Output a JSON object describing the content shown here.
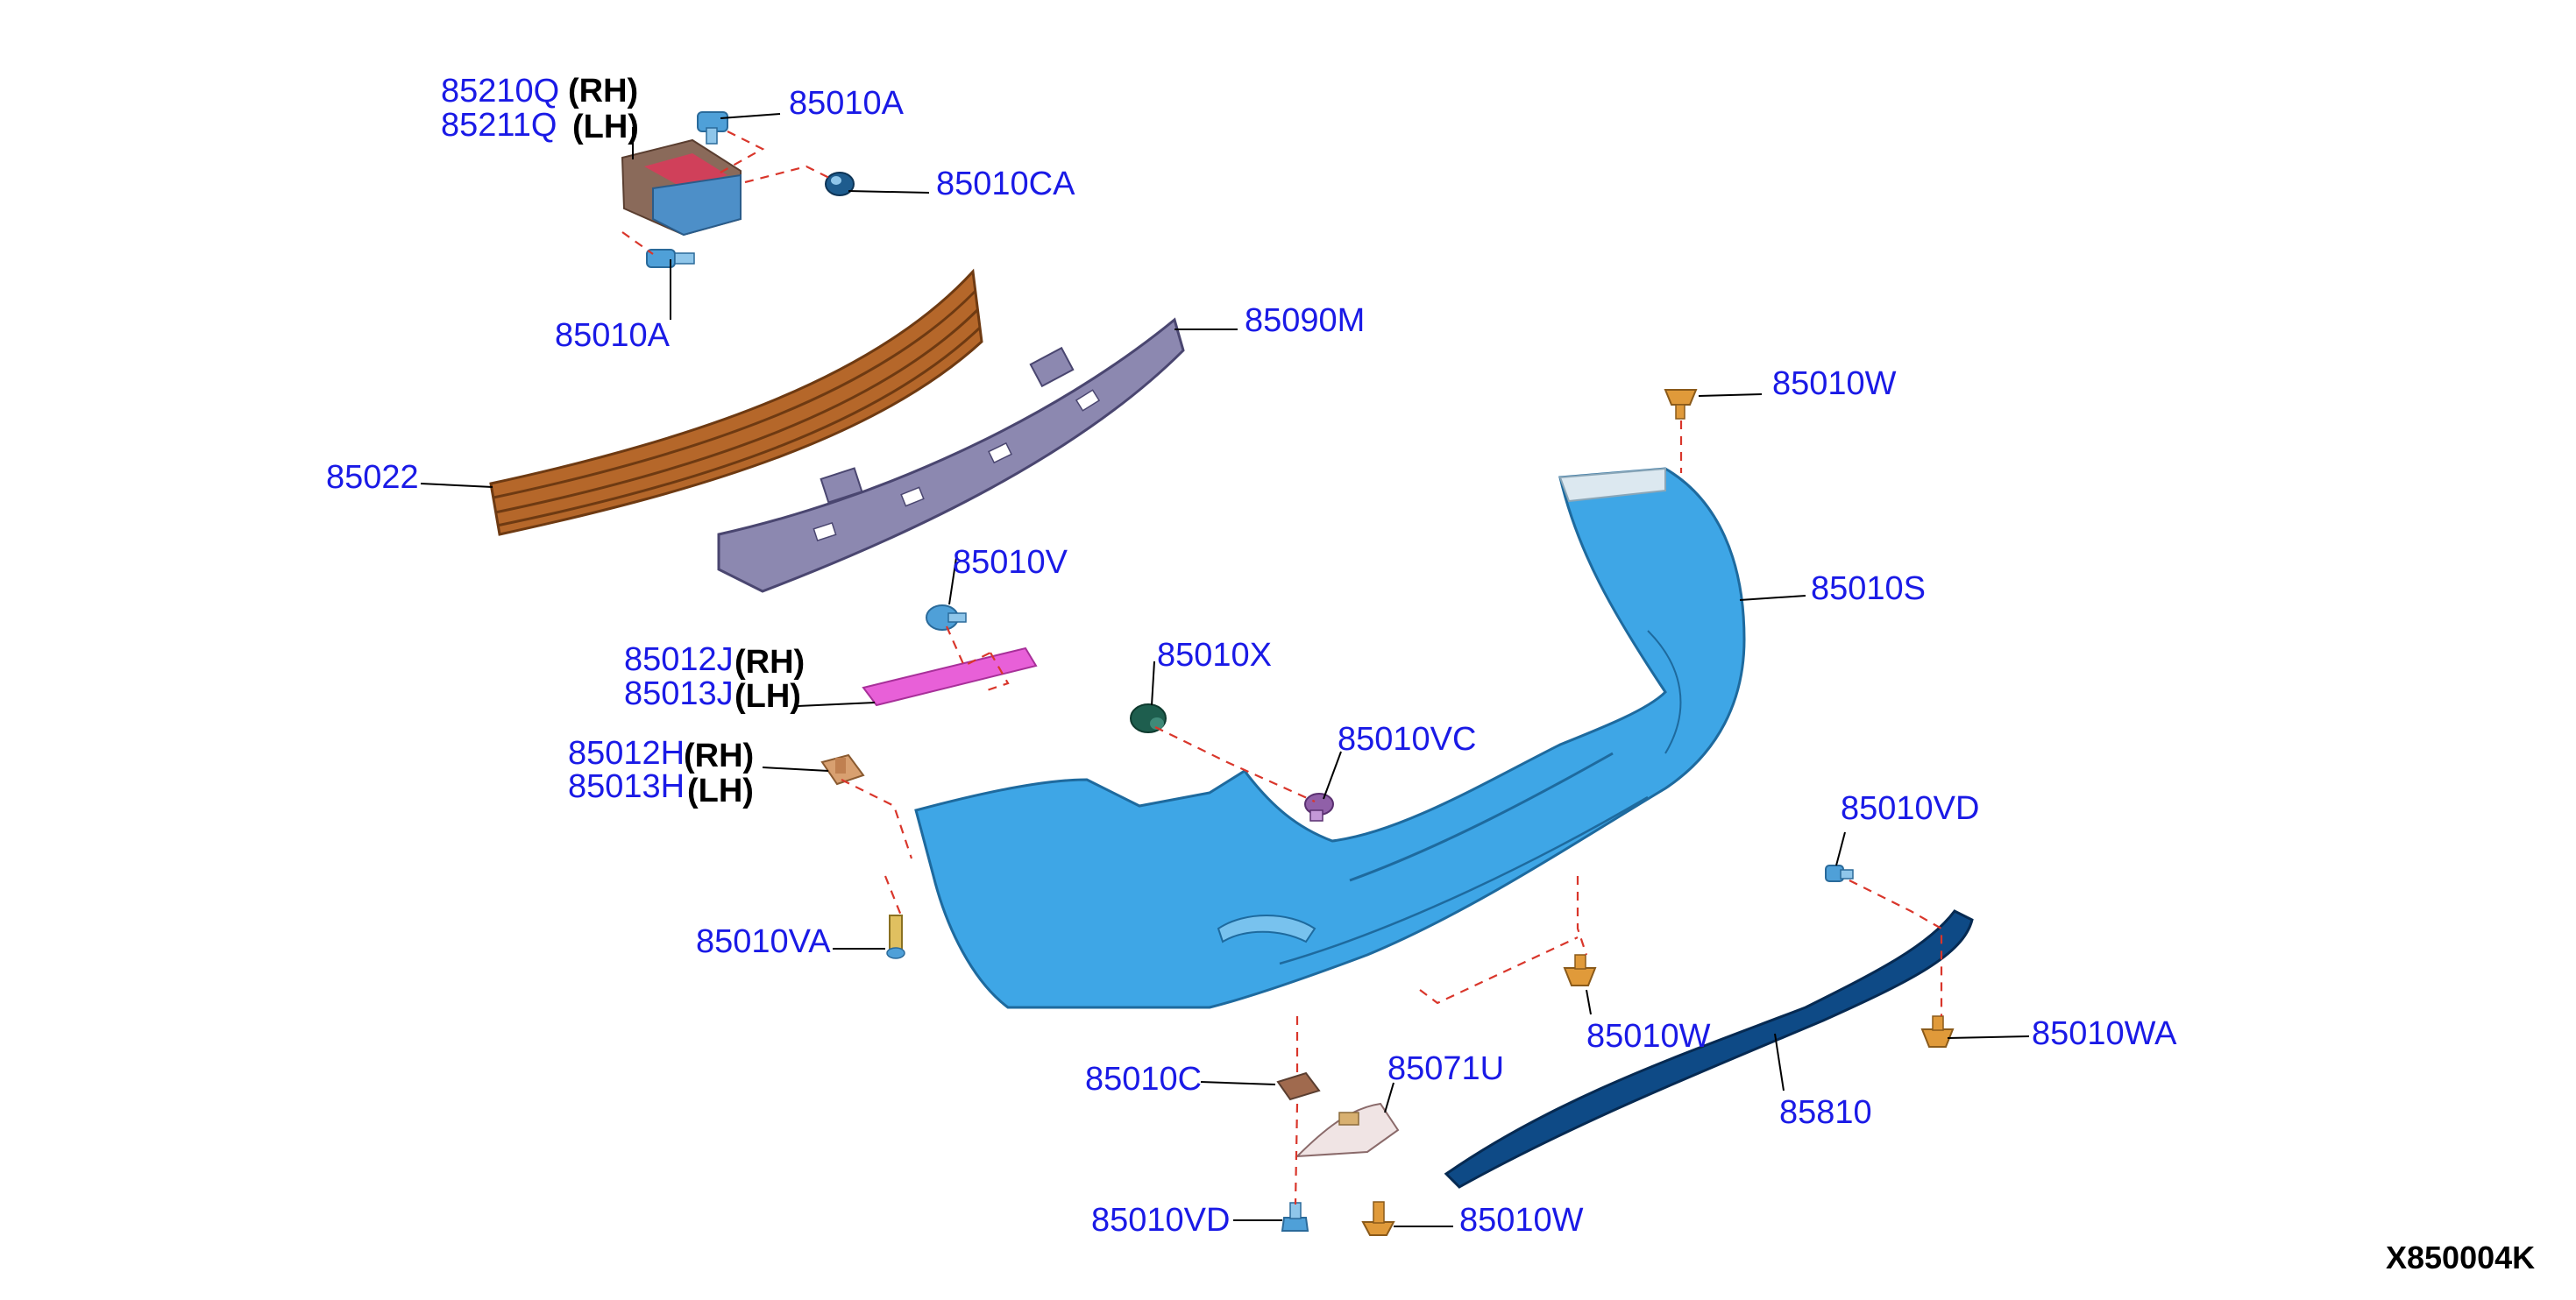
{
  "callouts": {
    "c85210q": "85210Q",
    "c85211q": "85211Q",
    "c85010a_top": "85010A",
    "c85010ca": "85010CA",
    "c85010a_bottom": "85010A",
    "c85090m": "85090M",
    "c85022": "85022",
    "c85010w_top": "85010W",
    "c85010s": "85010S",
    "c85010v": "85010V",
    "c85012j": "85012J",
    "c85013j": "85013J",
    "c85010x": "85010X",
    "c85010vc": "85010VC",
    "c85012h": "85012H",
    "c85013h": "85013H",
    "c85010vd_right": "85010VD",
    "c85010va": "85010VA",
    "c85010w_mid": "85010W",
    "c85010wa": "85010WA",
    "c85010c": "85010C",
    "c85071u": "85071U",
    "c85810": "85810",
    "c85010vd_bottom": "85010VD",
    "c85010w_bottom": "85010W"
  },
  "sides": {
    "rh": "(RH)",
    "lh": "(LH)"
  },
  "figure_code": "X850004K",
  "colors": {
    "callout_text": "#1a1ae6",
    "leader_line": "#000000",
    "dashed_assembly_line": "#d9362b",
    "bumper_fascia": "#3ea6e6",
    "reinforcement_bar": "#b5672a",
    "energy_absorber": "#8c88b0",
    "reflector_pink": "#e860d8",
    "lower_moulding": "#0e4a86",
    "bracket_brown": "#a06a4e",
    "fastener_orange": "#e09a3a",
    "fastener_blue": "#4fa0d8"
  }
}
